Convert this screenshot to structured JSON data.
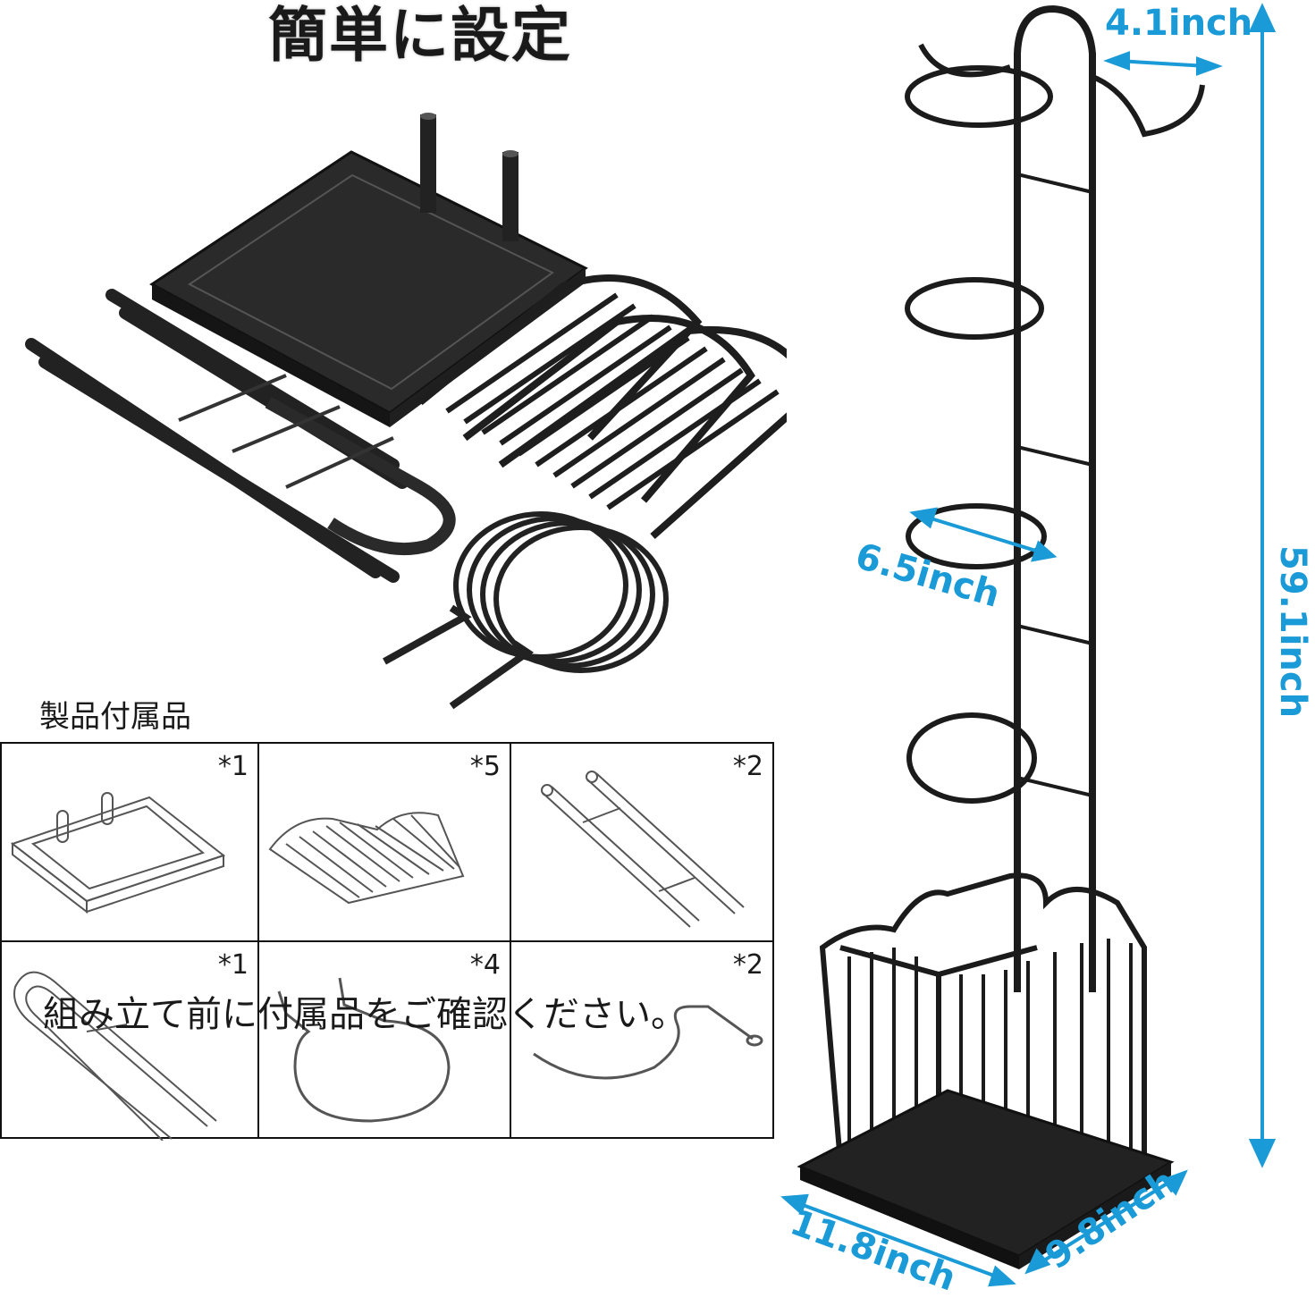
{
  "title": "簡単に設定",
  "parts_heading": "製品付属品",
  "note": "組み立て前に付属品をご確認ください。",
  "parts": [
    {
      "count": "*1",
      "icon": "base-plate-icon"
    },
    {
      "count": "*5",
      "icon": "wire-fence-panel-icon"
    },
    {
      "count": "*2",
      "icon": "pole-pair-icon"
    },
    {
      "count": "*1",
      "icon": "u-frame-icon"
    },
    {
      "count": "*4",
      "icon": "ring-holder-icon"
    },
    {
      "count": "*2",
      "icon": "hook-icon"
    }
  ],
  "dimensions": {
    "top_width": "4.1inch",
    "height": "59.1inch",
    "ring_diameter": "6.5inch",
    "base_length": "11.8inch",
    "base_width": "9.8inch"
  },
  "colors": {
    "dimension": "#1a9ad6",
    "metal": "#1b1b1b"
  }
}
